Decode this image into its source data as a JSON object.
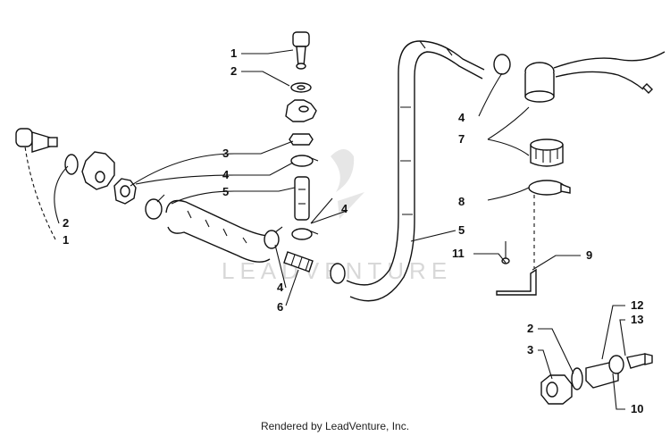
{
  "callouts": {
    "c1_top": "1",
    "c2_top": "2",
    "c3_mid": "3",
    "c4_mid": "4",
    "c5_mid": "5",
    "c2_left": "2",
    "c1_left": "1",
    "c4_center": "4",
    "c4_bottom": "4",
    "c6": "6",
    "c4_right": "4",
    "c7": "7",
    "c8": "8",
    "c5_right": "5",
    "c11": "11",
    "c9": "9",
    "c12": "12",
    "c13": "13",
    "c2_br": "2",
    "c3_br": "3",
    "c10": "10"
  },
  "watermark": "LEADVENTURE",
  "credit": "Rendered by LeadVenture, Inc."
}
